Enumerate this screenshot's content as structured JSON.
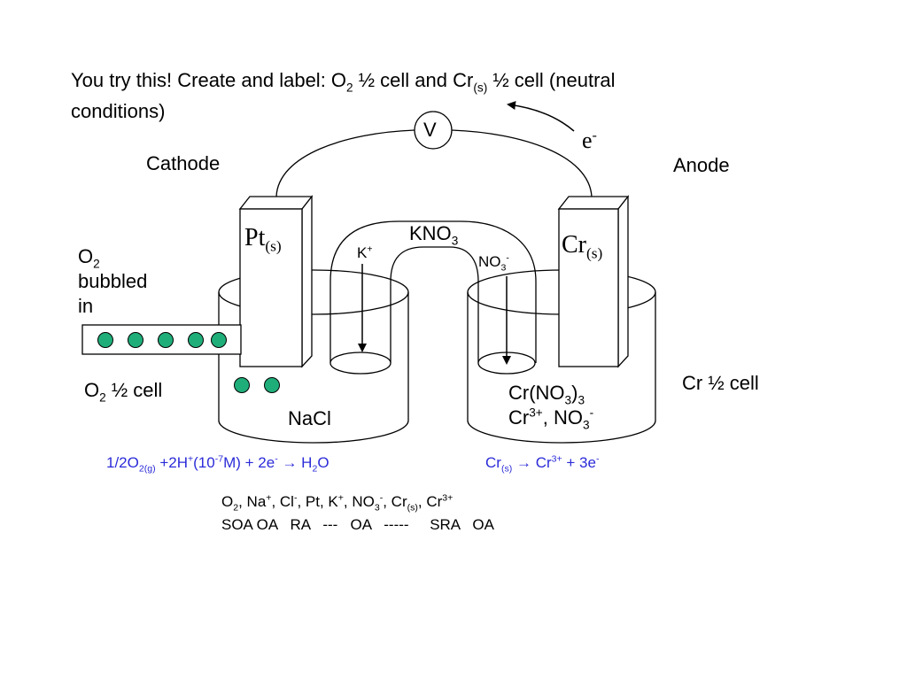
{
  "title": {
    "p1": "You try this!  Create and label: O",
    "sub1": "2",
    "p2": " ½ cell and Cr",
    "sub2": "(s)",
    "p3": " ½ cell (neutral",
    "line2": "conditions)"
  },
  "voltmeter": "V",
  "electron": {
    "base": "e",
    "sup": "-"
  },
  "cathode_label": "Cathode",
  "anode_label": "Anode",
  "pt": {
    "base": "Pt",
    "sub": "(s)"
  },
  "cr": {
    "base": "Cr",
    "sub": "(s)"
  },
  "salt_bridge": {
    "p1": "KNO",
    "sub": "3"
  },
  "k_ion": {
    "base": "K",
    "sup": "+"
  },
  "no3_ion": {
    "base": "NO",
    "sub": "3",
    "sup": "-"
  },
  "o2_bubbled": {
    "l1a": "O",
    "l1sub": "2",
    "l2": "bubbled",
    "l3": "in"
  },
  "o2_half_cell": {
    "a": "O",
    "sub": "2",
    "b": " ½ cell"
  },
  "nacl": "NaCl",
  "cr_half_cell": "Cr ½ cell",
  "cr_solution": {
    "l1a": "Cr(NO",
    "l1sub": "3",
    "l1b": ")",
    "l1sub2": "3",
    "l2a": "Cr",
    "l2sup": "3+",
    "l2b": ", NO",
    "l2sub": "3",
    "l2sup2": "-"
  },
  "cathode_eq": {
    "a": "1/2O",
    "sub1": "2(g)",
    "b": " +2H",
    "sup1": "+",
    "c": "(10",
    "sup2": "-7",
    "d": "M) + 2e",
    "sup3": "-",
    "arrow": " → ",
    "e": "H",
    "sub2": "2",
    "f": "O"
  },
  "anode_eq": {
    "a": "Cr",
    "sub1": "(s)",
    "arrow": " → ",
    "b": "Cr",
    "sup1": "3+",
    "c": " + 3e",
    "sup2": "-"
  },
  "species_row": {
    "a": "O",
    "s1": "2",
    "b": ",   Na",
    "p1": "+",
    "c": ",  Cl",
    "p2": "-",
    "d": ",   Pt,   K",
    "p3": "+",
    "e": ",   NO",
    "s2": "3",
    "p4": "-",
    "f": ",  Cr",
    "s3": "(s)",
    "g": ",   Cr",
    "p5": "3+"
  },
  "classification_row": "SOA OA   RA   ---   OA   -----     SRA   OA",
  "colors": {
    "bubble": "#1fae7a",
    "equation_text": "#2b2bd9"
  }
}
